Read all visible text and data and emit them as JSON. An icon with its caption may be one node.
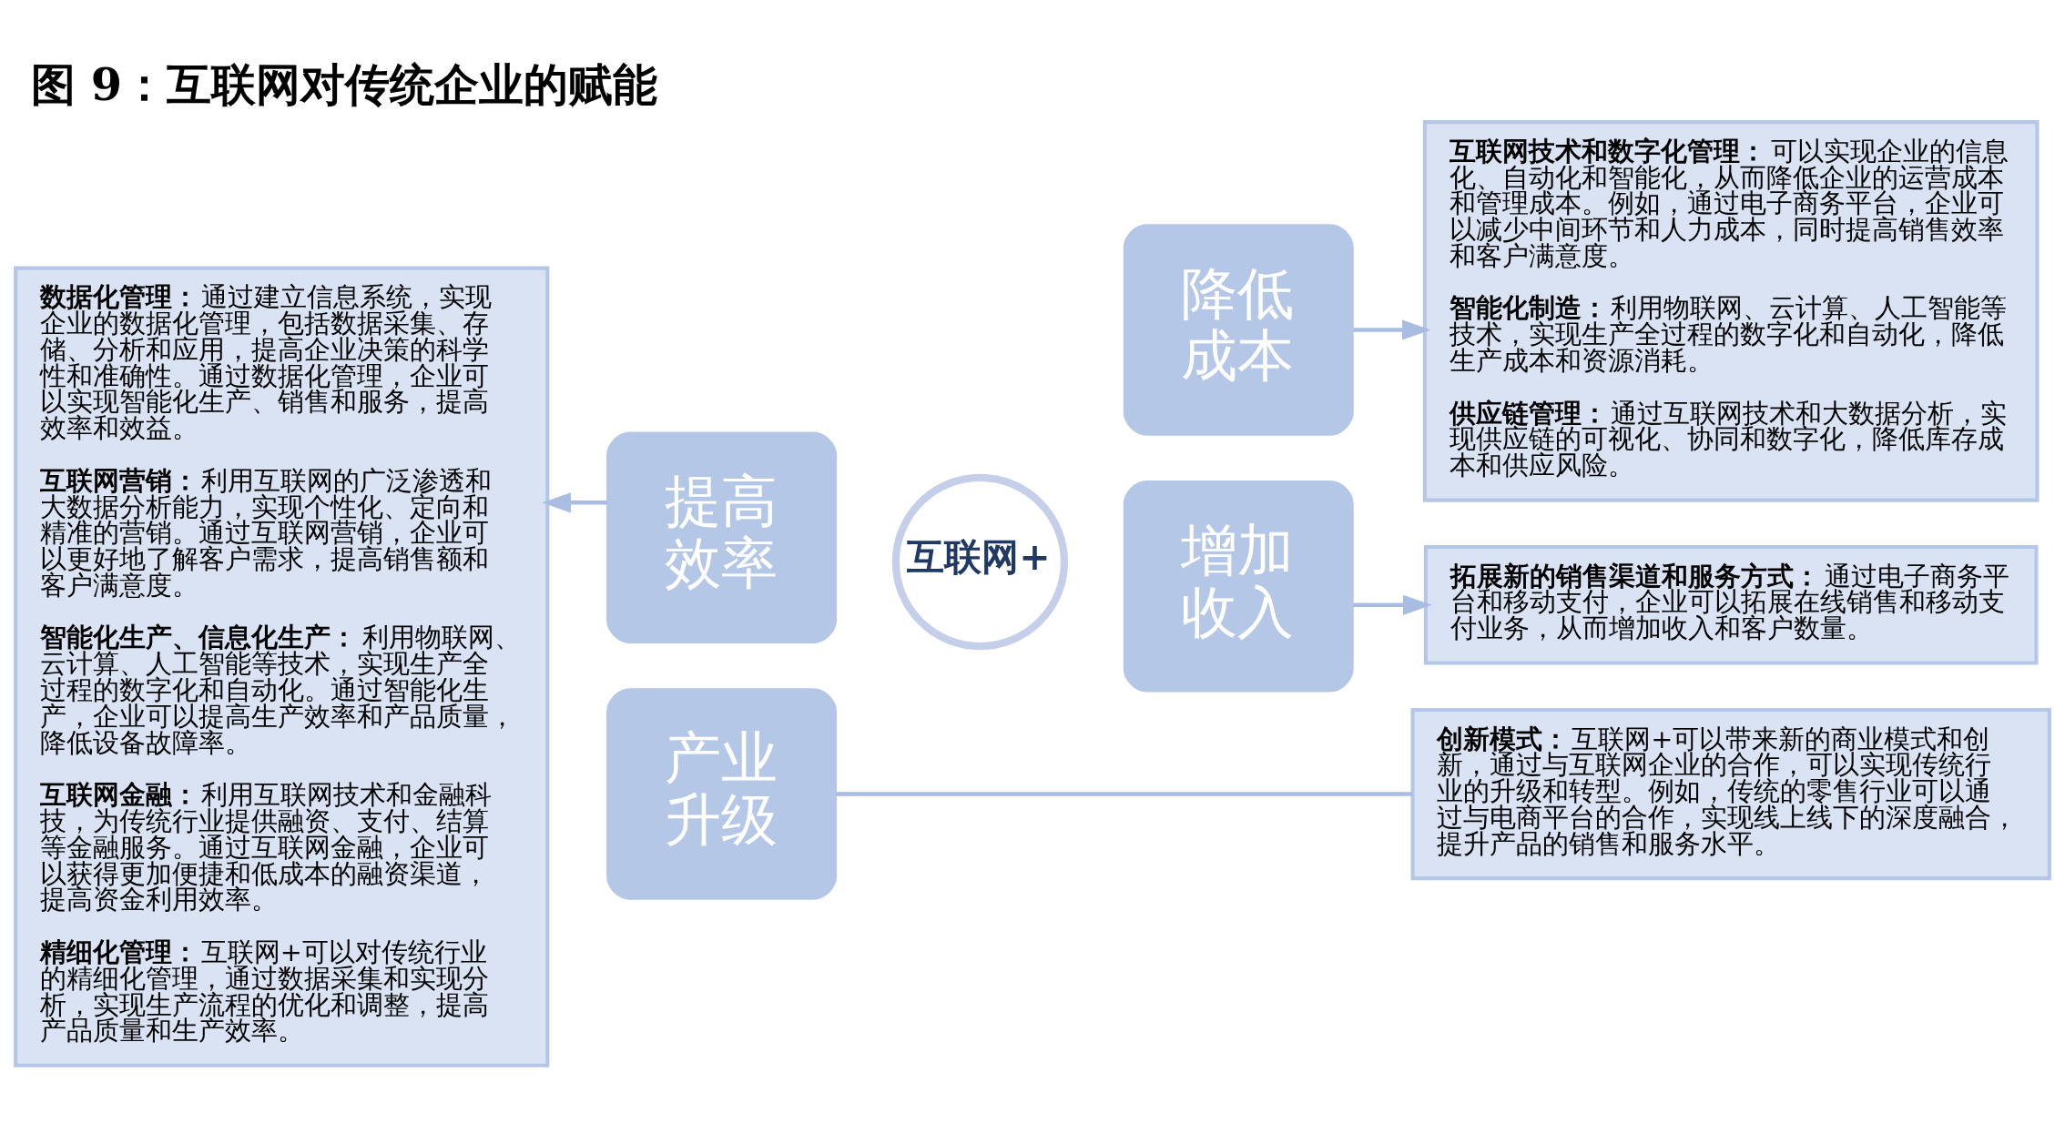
{
  "diagram": {
    "title": "图 9：互联网对传统企业的赋能",
    "nodes": [
      {
        "text": [
          "数据化管理：",
          "通过建立信息系统，实现企业的数据化管理，包括数据采集、存储、分析和应用，提高企业决策的科学性和准确性。通过数据化管理，企业可以实现智能化生产、销售和服务，提高效率和效益。",
          "互联网营销：",
          "利用互联网的广泛渗透和大数据分析能力，实现个性化、定向和精准的营销。通过互联网营销，企业可以更好地了解客户需求，提高销售额和客户满意度。",
          "智能化生产、信息化生产：",
          "利用物联网、云计算、人工智能等技术，实现生产全过程的数字化和自动化。通过智能化生产，企业可以提高生产效率和产品质量，降低设备故障率。",
          "互联网金融：",
          "利用互联网技术和金融科技，为传统行业提供融资、支付、结算等金融服务。通过互联网金融，企业可以获得更加便捷和低成本的融资渠道，提高资金利用效率。",
          "精细化管理：",
          "互联网+可以对传统行业的精细化管理，通过数据采集和实现分析，实现生产流程的优化和调整，提高产品质量和生产效率。"
        ]
      },
      {
        "text": [
          "提高效率"
        ]
      },
      {
        "text": [
          "降低成本"
        ]
      },
      {
        "text": [
          "互联网+"
        ]
      },
      {
        "text": [
          "产业升级"
        ]
      },
      {
        "text": [
          "增加收入"
        ]
      },
      {
        "text": [
          "互联网技术和数字化管理：",
          "可以实现企业的信息化、自动化和智能化，从而降低企业的运营成本和管理成本。例如，通过电子商务平台，企业可以减少中间环节和人力成本，同时提高销售效率和客户满意度。",
          "智能化制造：",
          "利用物联网、云计算、人工智能等技术，实现生产全过程的数字化和自动化，降低生产成本和资源消耗。",
          "供应链管理：",
          "通过互联网技术和大数据分析，实现供应链的可视化、协同和数字化，降低库存成本和供应风险。"
        ]
      },
      {
        "text": [
          "拓展新的销售渠道和服务方式：",
          "通过电子商务平台和移动支付，企业可以拓展在线销售和移动支付业务，从而增加收入和客户数量。"
        ]
      },
      {
        "text": [
          "创新模式：",
          "互联网+可以带来新的商业模式和创新，通过与互联网企业的合作，可以实现传统行业的升级和转型。例如，传统的零售行业可以通过与电商平台的合作，实现线上线下的深度融合，提升产品的销售和服务水平。"
        ]
      }
    ],
    "edges": [
      {
        "from": 1,
        "to": 0,
        "arrow": "to"
      },
      {
        "from": 2,
        "to": 6,
        "arrow": "to"
      },
      {
        "from": 5,
        "to": 7,
        "arrow": "to"
      },
      {
        "from": 4,
        "to": 8,
        "arrow": "none"
      }
    ]
  }
}
